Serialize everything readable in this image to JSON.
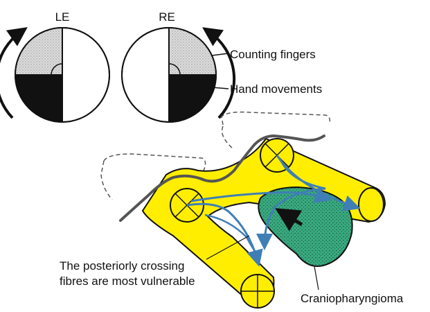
{
  "fields": {
    "left_eye_label": "LE",
    "right_eye_label": "RE"
  },
  "labels": {
    "counting_fingers": "Counting fingers",
    "hand_movements": "Hand movements",
    "vulnerable_line1": "The posteriorly crossing",
    "vulnerable_line2": "fibres are most vulnerable",
    "tumour": "Craniopharyngioma"
  },
  "colors": {
    "nerve_fill": "#ffee00",
    "tumour_fill": "#3aaa80",
    "fibre_arrow": "#3f7fb5",
    "field_loss_dark": "#111111",
    "field_loss_stipple": "#d4d4d4"
  }
}
